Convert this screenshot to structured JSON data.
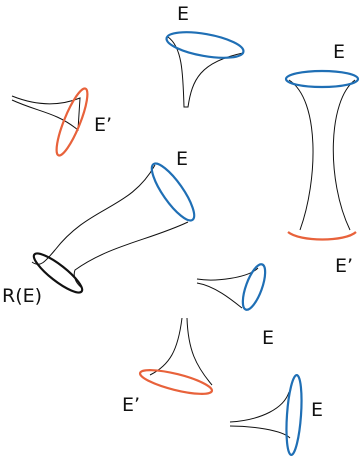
{
  "colors": {
    "blue": "#1f6fb5",
    "orange": "#e8623b",
    "black": "#111111"
  },
  "labels": {
    "e1": "E",
    "e2": "E",
    "e3": "E",
    "e4": "E",
    "e5": "E",
    "eprime1": "E’",
    "eprime2": "E’",
    "eprime3": "E’",
    "reflection": "R(E)"
  }
}
